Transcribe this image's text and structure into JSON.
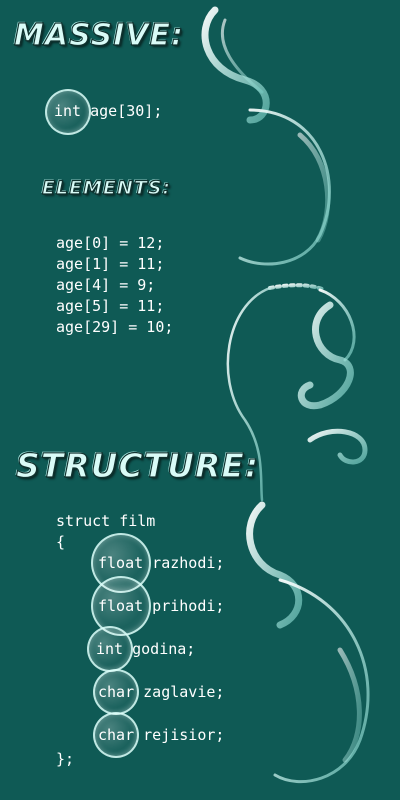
{
  "headings": {
    "massive": "MASSIVE:",
    "elements": "ELEMENTS:",
    "structure": "STRUCTURE:"
  },
  "declaration": {
    "type": "int",
    "rest": " age[30];"
  },
  "elements": [
    "age[0] = 12;",
    "age[1] = 11;",
    "age[4] = 9;",
    "age[5] = 11;",
    "age[29] = 10;"
  ],
  "struct": {
    "header": "struct film",
    "open": "{",
    "fields": [
      {
        "type": "float",
        "name": " razhodi;"
      },
      {
        "type": "float",
        "name": " prihodi;"
      },
      {
        "type": "int",
        "name": " godina;"
      },
      {
        "type": "char",
        "name": " zaglavie;"
      },
      {
        "type": "char",
        "name": " rejisior;"
      }
    ],
    "close": "};"
  },
  "colors": {
    "background": "#0f5a55",
    "text": "#ffffff",
    "swirl": "#d6f7f2"
  }
}
